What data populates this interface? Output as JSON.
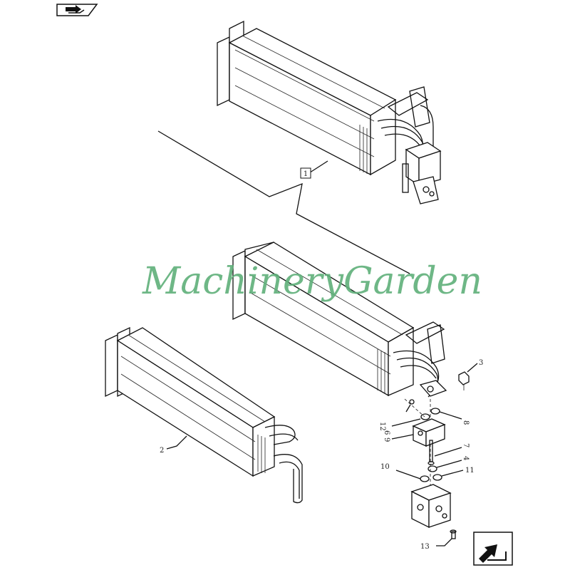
{
  "diagram": {
    "watermark": "MachineryGarden",
    "callouts": {
      "c1": "1",
      "c2": "2",
      "c3": "3",
      "c4": "4",
      "c6": "6",
      "c7": "7",
      "c8": "8",
      "c9": "9",
      "c10": "10",
      "c11": "11",
      "c12": "12",
      "c13": "13"
    }
  },
  "icons": {
    "top_left": "book-arrow-icon",
    "bottom_right": "next-page-arrow-icon"
  }
}
